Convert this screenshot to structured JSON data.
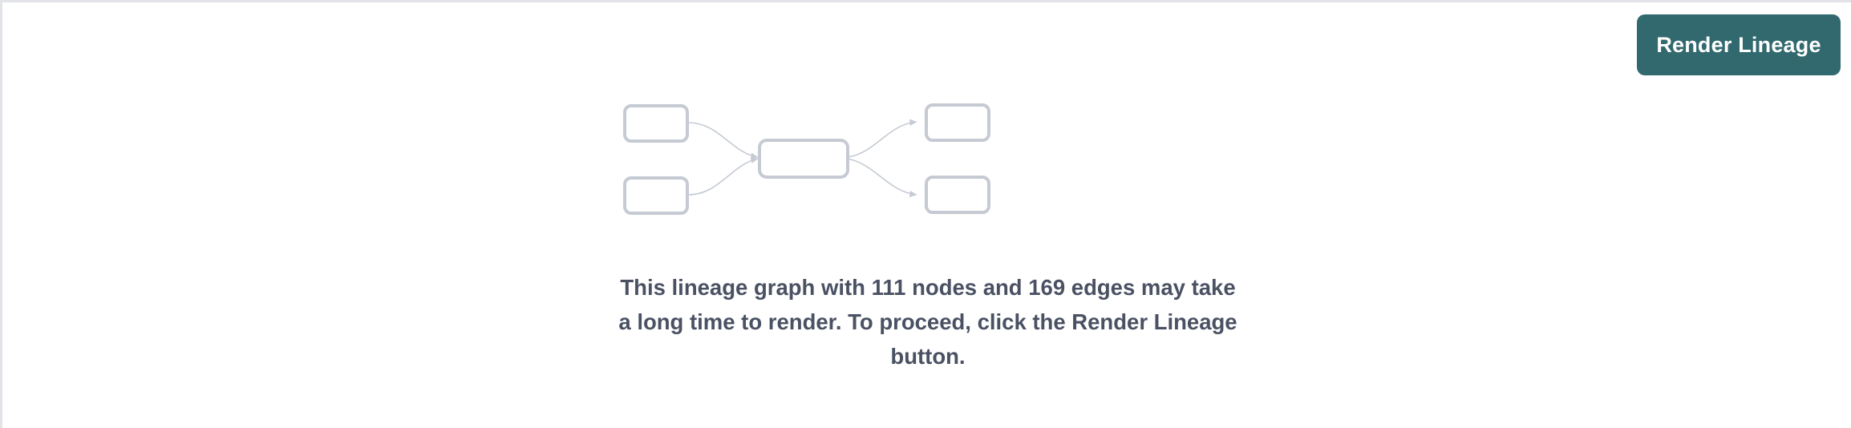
{
  "page": {
    "background_color": "#ffffff",
    "border_color": "#e1e3e8"
  },
  "toolbar": {
    "render_lineage_label": "Render Lineage",
    "render_lineage_color": "#31696e",
    "render_lineage_text_color": "#ffffff"
  },
  "empty_state": {
    "message": "This lineage graph with 111 nodes and 169 edges may take a long time to render. To proceed, click the Render Lineage button.",
    "message_color": "#4a5163",
    "node_count": 111,
    "edge_count": 169,
    "illustration": {
      "node_border_color": "#c5cad3",
      "node_fill_color": "#ffffff",
      "edge_color": "#c5cad3",
      "nodes": [
        {
          "id": "left-1",
          "column": "left",
          "row": 1
        },
        {
          "id": "left-2",
          "column": "left",
          "row": 2
        },
        {
          "id": "center-1",
          "column": "center",
          "row": 1
        },
        {
          "id": "right-1",
          "column": "right",
          "row": 1
        },
        {
          "id": "right-2",
          "column": "right",
          "row": 2
        }
      ],
      "edges": [
        {
          "from": "left-1",
          "to": "center-1"
        },
        {
          "from": "left-2",
          "to": "center-1"
        },
        {
          "from": "center-1",
          "to": "right-1"
        },
        {
          "from": "center-1",
          "to": "right-2"
        }
      ]
    }
  }
}
